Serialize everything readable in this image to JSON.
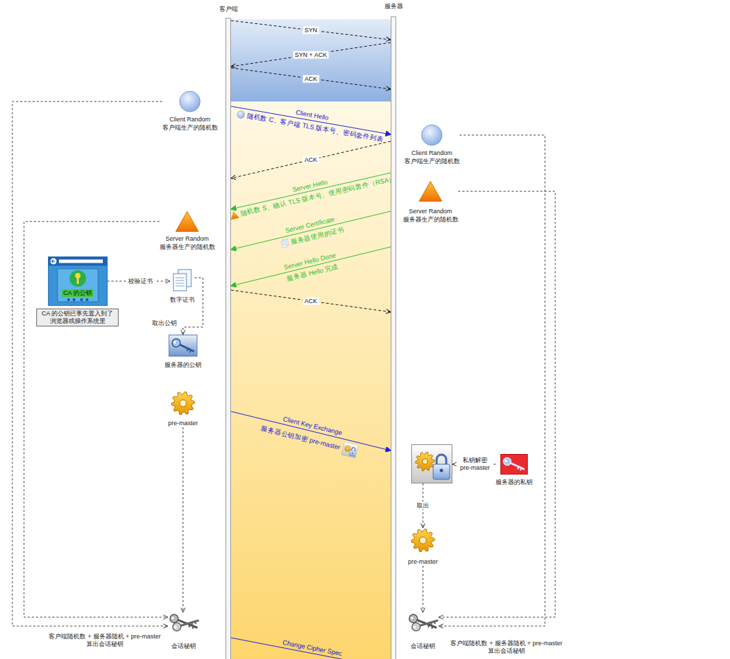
{
  "diagram": {
    "nodes": [
      {
        "text": [
          "客户端"
        ]
      },
      {
        "text": [
          "服务器"
        ]
      },
      {
        "text": [
          "Client Random",
          "客户端生产的随机数"
        ]
      },
      {
        "text": [
          "Server Random",
          "服务器生产的随机数"
        ]
      },
      {
        "text": [
          "CA 的公钥",
          "CA 的公钥已事先置入到了 浏览器或操作系统里"
        ]
      },
      {
        "text": [
          "数字证书"
        ]
      },
      {
        "text": [
          "服务器的公钥"
        ]
      },
      {
        "text": [
          "pre-master"
        ]
      },
      {
        "text": [
          "会话秘钥",
          "客户端随机数 + 服务器随机 + pre-master 算出会话秘钥"
        ]
      },
      {
        "text": [
          "Client Random",
          "客户端生产的随机数"
        ]
      },
      {
        "text": [
          "Server Random",
          "服务器生产的随机数"
        ]
      },
      {
        "text": []
      },
      {
        "text": [
          "服务器的私钥"
        ]
      },
      {
        "text": [
          "pre-master"
        ]
      },
      {
        "text": [
          "会话秘钥",
          "客户端随机数 + 服务器随机 + pre-master 算出会话秘钥"
        ]
      }
    ],
    "edges": [
      {
        "from": 0,
        "to": 1,
        "arrow": "to",
        "label": "SYN"
      },
      {
        "from": 1,
        "to": 0,
        "arrow": "to",
        "label": "SYN + ACK"
      },
      {
        "from": 0,
        "to": 1,
        "arrow": "to",
        "label": "ACK"
      },
      {
        "from": 0,
        "to": 1,
        "arrow": "to",
        "label": "Client Hello"
      },
      {
        "from": 1,
        "to": 0,
        "arrow": "to",
        "label": "ACK"
      },
      {
        "from": 1,
        "to": 0,
        "arrow": "to",
        "label": "Server Hello"
      },
      {
        "from": 1,
        "to": 0,
        "arrow": "to",
        "label": "Server Certificate"
      },
      {
        "from": 1,
        "to": 0,
        "arrow": "to",
        "label": "Server Hello Done"
      },
      {
        "from": 0,
        "to": 1,
        "arrow": "to",
        "label": "ACK"
      },
      {
        "from": 0,
        "to": 1,
        "arrow": "to",
        "label": "Client Key Exchange"
      },
      {
        "from": 0,
        "to": 1,
        "arrow": "to",
        "label": "Change Cipher Spec"
      },
      {
        "from": 4,
        "to": 5,
        "arrow": "to",
        "label": "校验证书"
      },
      {
        "from": 5,
        "to": 6,
        "arrow": "to",
        "label": "取出公钥"
      },
      {
        "from": 2,
        "to": 8,
        "arrow": "to"
      },
      {
        "from": 3,
        "to": 8,
        "arrow": "to"
      },
      {
        "from": 7,
        "to": 8,
        "arrow": "to"
      },
      {
        "from": 12,
        "to": 11,
        "arrow": "to",
        "label": "私钥解密 pre-master"
      },
      {
        "from": 11,
        "to": 13,
        "arrow": "to",
        "label": "取出"
      },
      {
        "from": 9,
        "to": 14,
        "arrow": "to"
      },
      {
        "from": 10,
        "to": 14,
        "arrow": "to"
      },
      {
        "from": 13,
        "to": 14,
        "arrow": "to"
      }
    ],
    "labels": [
      "随机数 C、客户端 TLS 版本号、密码套件列表",
      "随机数 S、确认 TLS 版本号、使用密码套件（RSA）",
      "服务器使用的证书",
      "服务器 Hello 完成",
      "服务器公钥加密 pre-master"
    ]
  }
}
